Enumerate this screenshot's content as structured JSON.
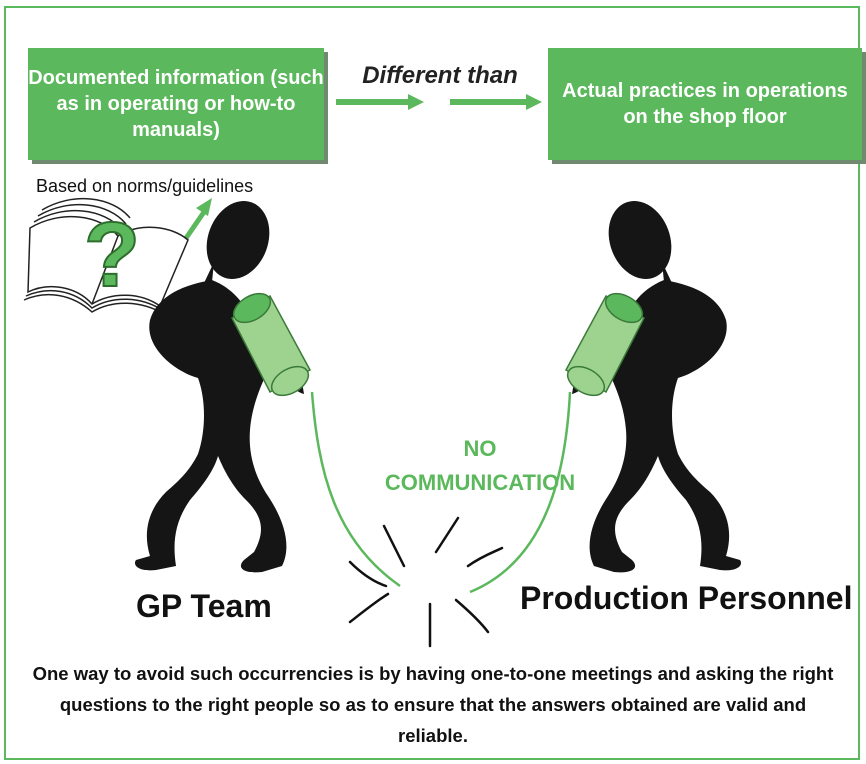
{
  "boxes": {
    "left": "Documented information (such as in operating or how-to manuals)",
    "right": "Actual practices in operations on the shop floor"
  },
  "connector_label": "Different than",
  "norms_label": "Based on norms/guidelines",
  "no_communication": [
    "NO",
    "COMMUNICATION"
  ],
  "people": {
    "left": "GP Team",
    "right": "Production Personnel"
  },
  "footer": "One way to avoid such occurrencies is by having one-to-one meetings and asking the right questions to the right people so as to ensure that the answers obtained are valid and reliable.",
  "colors": {
    "accent": "#5cb85c",
    "cup": "#9ed28f",
    "figure": "#151515"
  },
  "icons": [
    "manual-book-icon",
    "question-mark-icon",
    "tin-can-phone-icon"
  ]
}
